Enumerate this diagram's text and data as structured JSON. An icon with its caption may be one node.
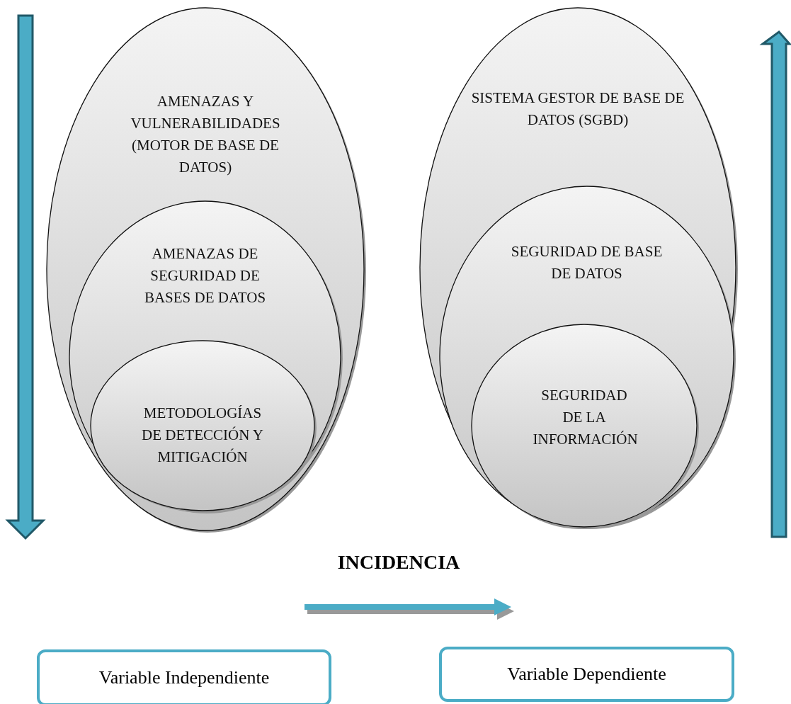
{
  "diagram": {
    "nodes": [
      {
        "text": [
          "AMENAZAS Y VULNERABILIDADES (MOTOR DE BASE DE DATOS)"
        ]
      },
      {
        "text": [
          "AMENAZAS DE SEGURIDAD DE BASES DE DATOS"
        ],
        "in": 0
      },
      {
        "text": [
          "METODOLOGÍAS DE DETECCIÓN Y MITIGACIÓN"
        ],
        "in": 1
      },
      {
        "text": [
          "SISTEMA GESTOR DE BASE DE DATOS (SGBD)"
        ]
      },
      {
        "text": [
          "SEGURIDAD DE BASE DE DATOS"
        ],
        "in": 3
      },
      {
        "text": [
          "SEGURIDAD DE LA INFORMACIÓN"
        ],
        "in": 4
      },
      {
        "text": [
          "Variable Independiente"
        ]
      },
      {
        "text": [
          "Variable Dependiente"
        ]
      }
    ],
    "labels": [
      "INCIDENCIA"
    ]
  }
}
